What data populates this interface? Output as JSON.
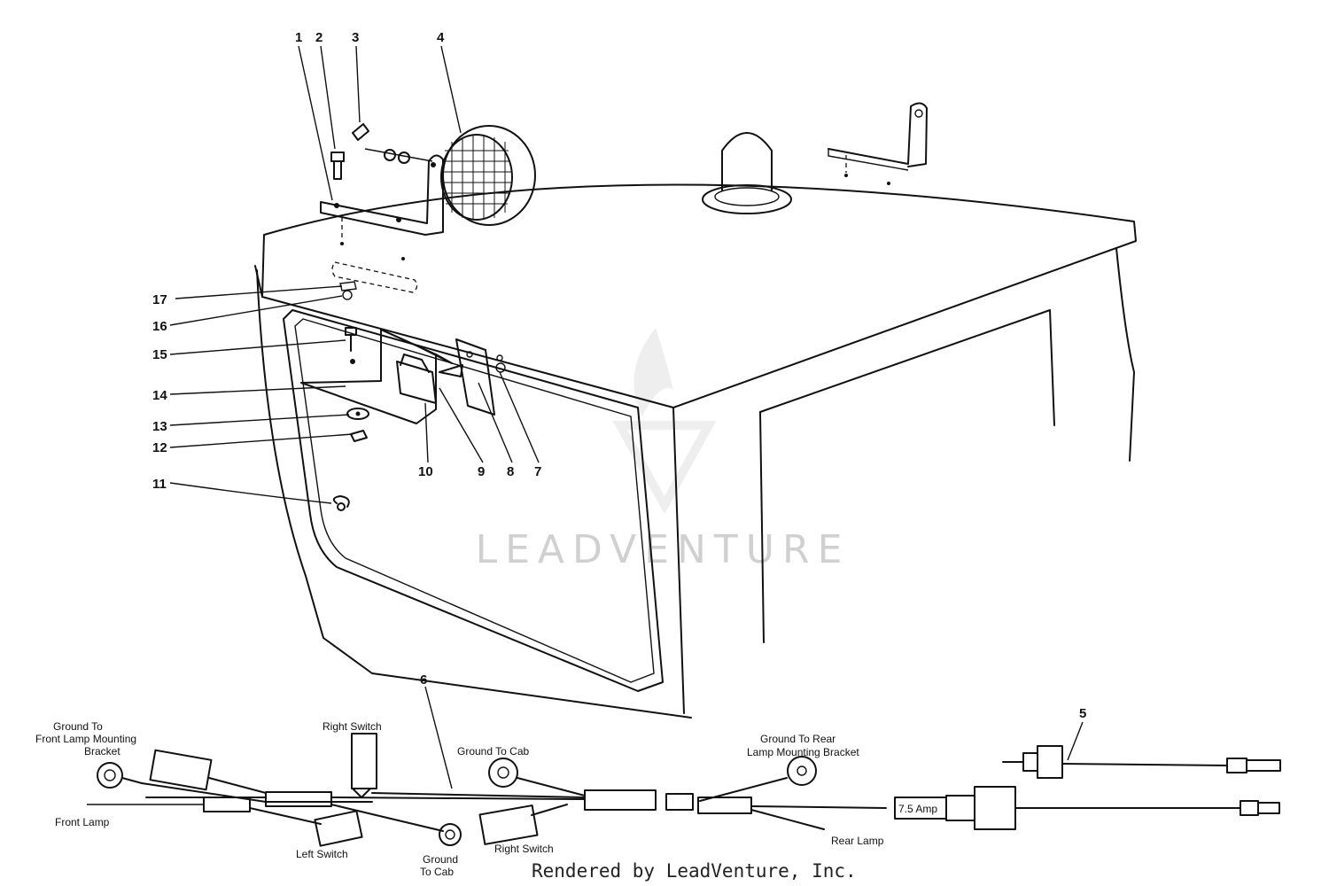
{
  "callouts": [
    "1",
    "2",
    "3",
    "4",
    "5",
    "6",
    "7",
    "8",
    "9",
    "10",
    "11",
    "12",
    "13",
    "14",
    "15",
    "16",
    "17"
  ],
  "harness_labels": {
    "ground_front_l1": "Ground To",
    "ground_front_l2": "Front Lamp Mounting",
    "ground_front_l3": "Bracket",
    "front_lamp": "Front Lamp",
    "right_switch_top": "Right Switch",
    "left_switch": "Left Switch",
    "ground_cab_bottom_l1": "Ground",
    "ground_cab_bottom_l2": "To Cab",
    "ground_to_cab": "Ground To Cab",
    "right_switch_bottom": "Right Switch",
    "ground_rear_l1": "Ground To Rear",
    "ground_rear_l2": "Lamp Mounting Bracket",
    "rear_lamp": "Rear Lamp",
    "fuse": "7.5 Amp"
  },
  "watermark": {
    "brand": "LEADVENTURE"
  },
  "footer": {
    "text": "Rendered by LeadVenture, Inc."
  }
}
